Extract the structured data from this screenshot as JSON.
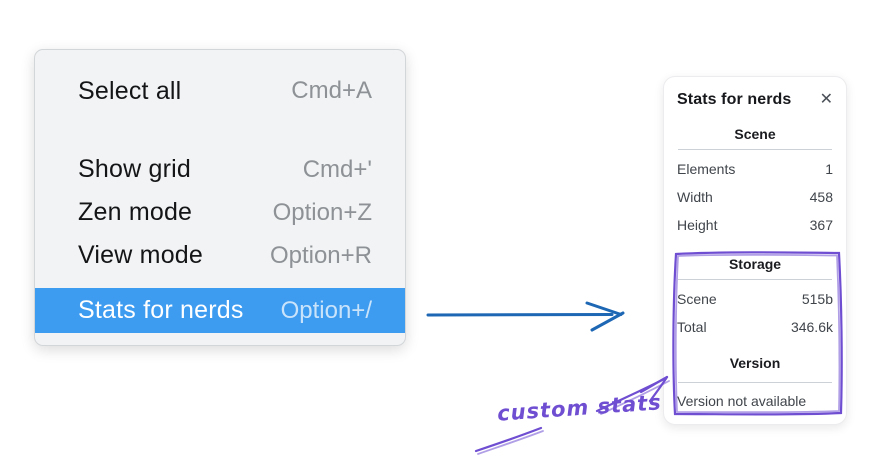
{
  "menu": {
    "items": [
      {
        "label": "Select all",
        "shortcut": "Cmd+A",
        "highlighted": false
      },
      {
        "label": "Show grid",
        "shortcut": "Cmd+'",
        "highlighted": false
      },
      {
        "label": "Zen mode",
        "shortcut": "Option+Z",
        "highlighted": false
      },
      {
        "label": "View mode",
        "shortcut": "Option+R",
        "highlighted": false
      },
      {
        "label": "Stats for nerds",
        "shortcut": "Option+/",
        "highlighted": true
      }
    ]
  },
  "stats_panel": {
    "title": "Stats for nerds",
    "close_glyph": "✕",
    "sections": [
      {
        "title": "Scene",
        "rows": [
          {
            "label": "Elements",
            "value": "1"
          },
          {
            "label": "Width",
            "value": "458"
          },
          {
            "label": "Height",
            "value": "367"
          }
        ]
      },
      {
        "title": "Storage",
        "rows": [
          {
            "label": "Scene",
            "value": "515b"
          },
          {
            "label": "Total",
            "value": "346.6k"
          }
        ]
      },
      {
        "title": "Version",
        "note": "Version not available"
      }
    ]
  },
  "annotation": {
    "label": "custom stats"
  },
  "colors": {
    "menu_highlight": "#3d9bf0",
    "blue_arrow": "#1d67b4",
    "purple_annotation": "#6f4ed2",
    "menu_background": "#f1f3f4",
    "panel_background": "#ffffff"
  }
}
